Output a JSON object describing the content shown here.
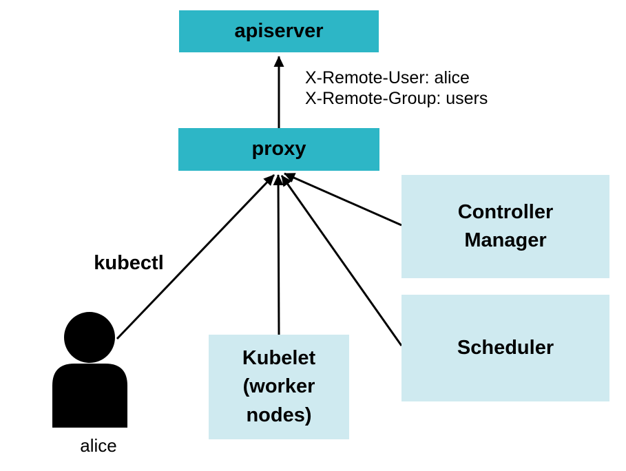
{
  "diagram": {
    "description": "Kubernetes authenticating proxy flow diagram",
    "nodes": {
      "apiserver": "apiserver",
      "proxy": "proxy",
      "controller_manager": "Controller Manager",
      "scheduler": "Scheduler",
      "kubelet": "Kubelet (worker nodes)"
    },
    "actor": {
      "label": "alice",
      "icon": "person-icon"
    },
    "edge_labels": {
      "kubectl": "kubectl",
      "remote_user_header": "X-Remote-User: alice",
      "remote_group_header": "X-Remote-Group: users"
    },
    "edges": [
      {
        "from": "proxy",
        "to": "apiserver",
        "labels": [
          "X-Remote-User: alice",
          "X-Remote-Group: users"
        ]
      },
      {
        "from": "alice",
        "to": "proxy",
        "labels": [
          "kubectl"
        ]
      },
      {
        "from": "kubelet",
        "to": "proxy",
        "labels": []
      },
      {
        "from": "scheduler",
        "to": "proxy",
        "labels": []
      },
      {
        "from": "controller_manager",
        "to": "proxy",
        "labels": []
      }
    ],
    "colors": {
      "node_primary": "#2db6c6",
      "node_secondary": "#cfeaf0",
      "line": "#000000",
      "text": "#000000",
      "background": "#ffffff"
    }
  }
}
